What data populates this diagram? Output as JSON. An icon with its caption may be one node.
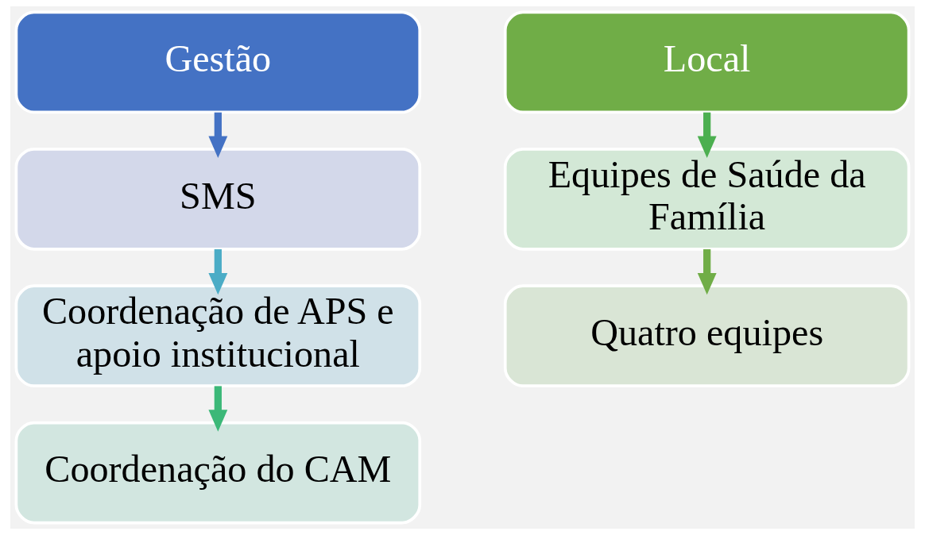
{
  "diagram": {
    "nodes": [
      {
        "text": [
          "Gestão"
        ]
      },
      {
        "text": [
          "SMS"
        ]
      },
      {
        "text": [
          "Coordenação de APS e apoio institucional"
        ]
      },
      {
        "text": [
          "Coordenação do CAM"
        ]
      },
      {
        "text": [
          "Local"
        ]
      },
      {
        "text": [
          "Equipes de Saúde da Família"
        ]
      },
      {
        "text": [
          "Quatro equipes"
        ]
      }
    ],
    "edges": [
      {
        "from": 0,
        "to": 1,
        "arrow": "to",
        "color": "#4472c4"
      },
      {
        "from": 1,
        "to": 2,
        "arrow": "to",
        "color": "#4bacc6"
      },
      {
        "from": 2,
        "to": 3,
        "arrow": "to",
        "color": "#3cb878"
      },
      {
        "from": 4,
        "to": 5,
        "arrow": "to",
        "color": "#4caf50"
      },
      {
        "from": 5,
        "to": 6,
        "arrow": "to",
        "color": "#70ad47"
      }
    ]
  }
}
